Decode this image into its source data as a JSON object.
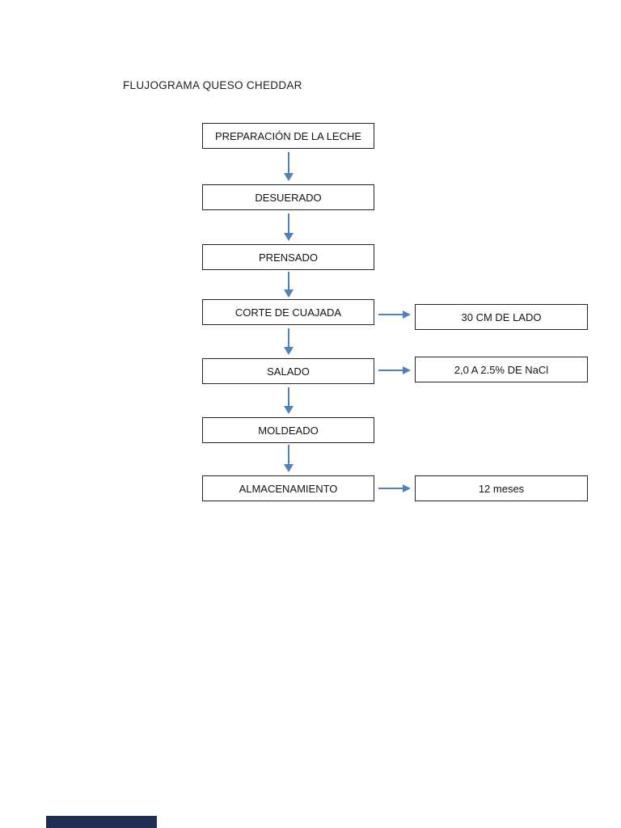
{
  "page": {
    "title": "FLUJOGRAMA QUESO CHEDDAR",
    "background": "#ffffff"
  },
  "colors": {
    "arrow": "#4f81bd",
    "box_border": "#262626",
    "text": "#141414",
    "footer_bar": "#1e2d51"
  },
  "flowchart": {
    "direction": "top-down",
    "steps": [
      {
        "label": "PREPARACIÓN DE LA LECHE",
        "note": ""
      },
      {
        "label": "DESUERADO",
        "note": ""
      },
      {
        "label": "PRENSADO",
        "note": ""
      },
      {
        "label": "CORTE DE CUAJADA",
        "note": "30 CM DE LADO"
      },
      {
        "label": "SALADO",
        "note": "2,0 A 2.5% DE NaCl"
      },
      {
        "label": "MOLDEADO",
        "note": ""
      },
      {
        "label": "ALMACENAMIENTO",
        "note": "12 meses"
      }
    ]
  }
}
